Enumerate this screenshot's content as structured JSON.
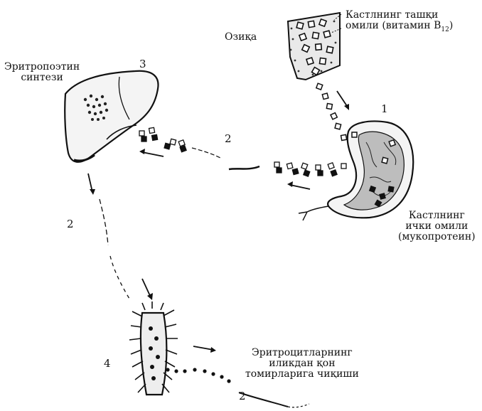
{
  "labels": {
    "food": "Озиқа",
    "extrinsic_line1": "Кастлнинг ташқи",
    "extrinsic_line2_pre": "омили (витамин В",
    "extrinsic_sub": "12",
    "extrinsic_line2_post": ")",
    "erythropoietin_line1": "Эритропоэтин",
    "erythropoietin_line2": "синтези",
    "intrinsic_line1": "Кастлнинг",
    "intrinsic_line2": "ички омили",
    "intrinsic_line3": "(мукопротеин)",
    "release_line1": "Эритроцитларнинг",
    "release_line2": "иликдан қон",
    "release_line3": "томирларига чиқиши"
  },
  "numbers": {
    "n1": "1",
    "n2_top": "2",
    "n2_left": "2",
    "n2_bottom": "2",
    "n3": "3",
    "n4": "4"
  },
  "colors": {
    "ink": "#111111",
    "organ_fill": "#f4f4f4",
    "mucosa": "#bdbdbd"
  }
}
